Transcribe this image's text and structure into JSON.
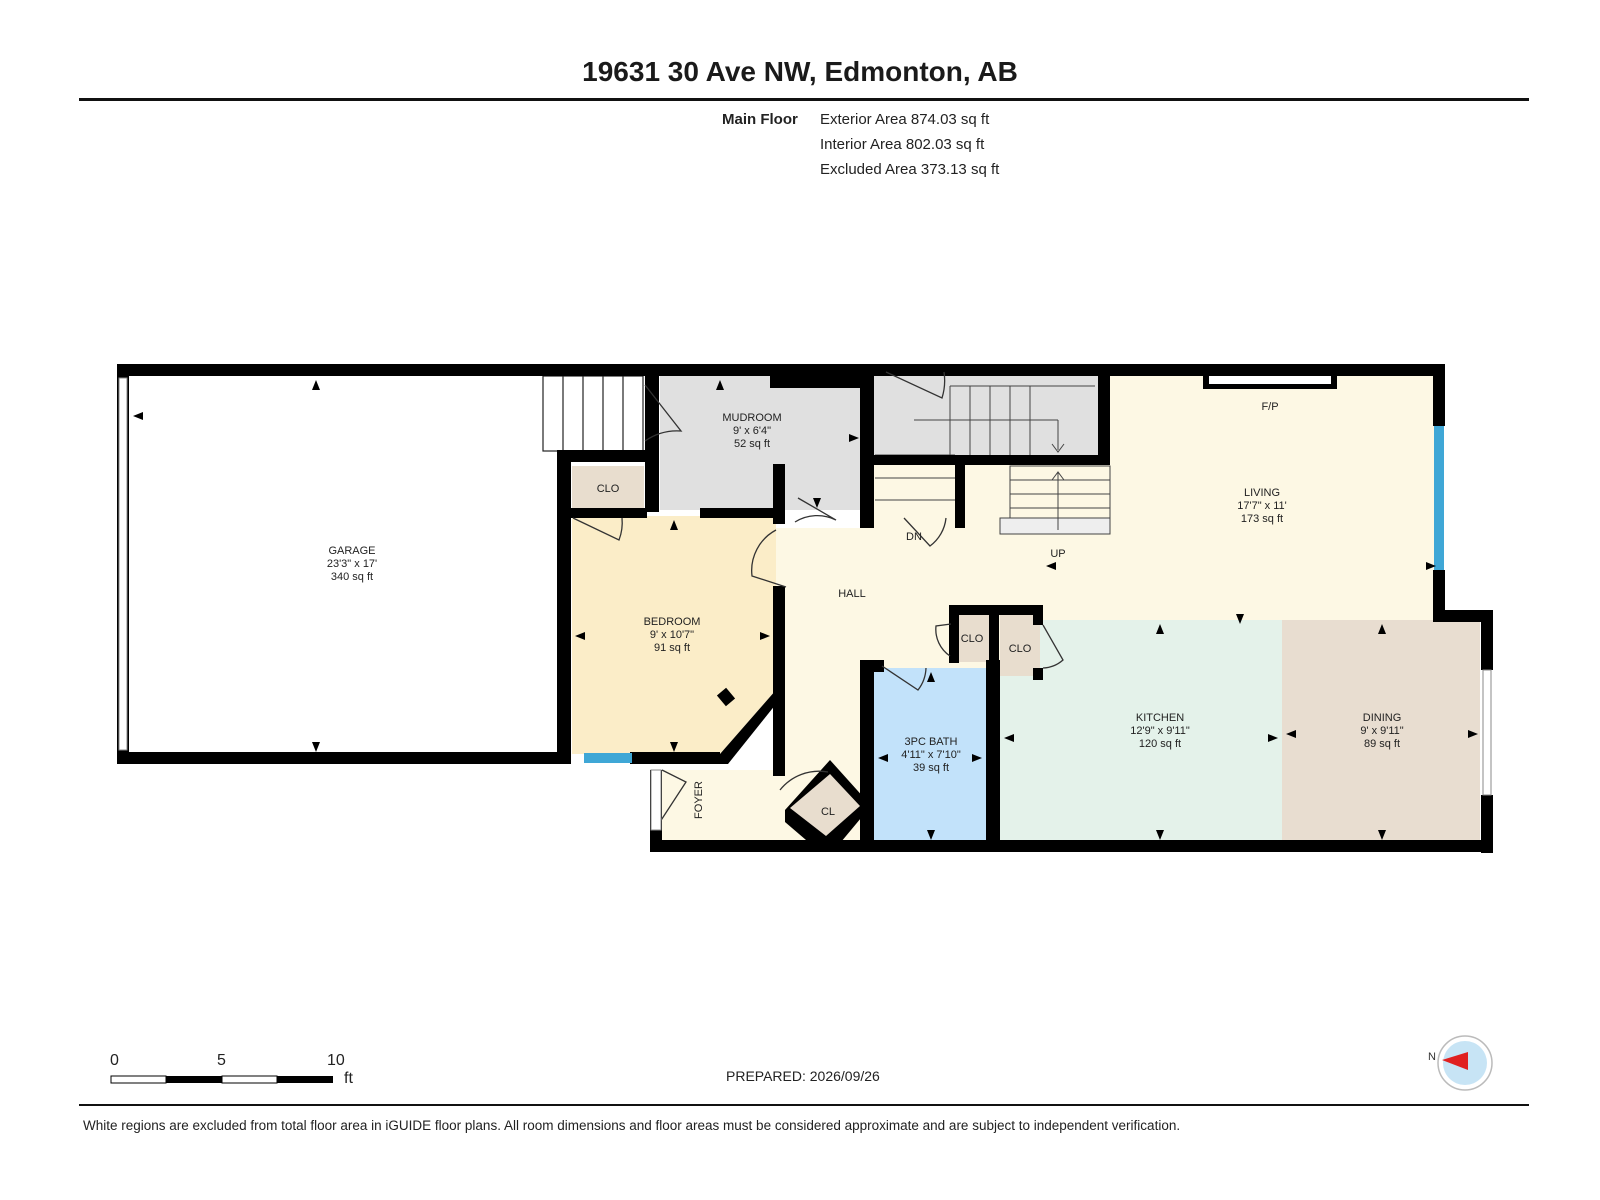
{
  "header": {
    "title": "19631 30 Ave NW, Edmonton, AB",
    "floor_name": "Main Floor",
    "exterior_area": "Exterior Area 874.03 sq ft",
    "interior_area": "Interior Area 802.03 sq ft",
    "excluded_area": "Excluded Area 373.13 sq ft"
  },
  "rooms": {
    "garage": {
      "name": "GARAGE",
      "dims": "23'3\" x 17'",
      "area": "340 sq ft"
    },
    "mudroom": {
      "name": "MUDROOM",
      "dims": "9' x 6'4\"",
      "area": "52 sq ft"
    },
    "living": {
      "name": "LIVING",
      "dims": "17'7\" x 11'",
      "area": "173 sq ft"
    },
    "bedroom": {
      "name": "BEDROOM",
      "dims": "9' x 10'7\"",
      "area": "91 sq ft"
    },
    "bath": {
      "name": "3PC BATH",
      "dims": "4'11\" x 7'10\"",
      "area": "39 sq ft"
    },
    "kitchen": {
      "name": "KITCHEN",
      "dims": "12'9\" x 9'11\"",
      "area": "120 sq ft"
    },
    "dining": {
      "name": "DINING",
      "dims": "9' x 9'11\"",
      "area": "89 sq ft"
    }
  },
  "labels": {
    "hall": "HALL",
    "foyer": "FOYER",
    "clo": "CLO",
    "cl": "CL",
    "fp": "F/P",
    "dn": "DN",
    "up": "UP",
    "north": "N"
  },
  "scale": {
    "marks": [
      "0",
      "5",
      "10"
    ],
    "unit": "ft"
  },
  "footer": {
    "prepared": "PREPARED: 2026/09/26",
    "disclaimer": "White regions are excluded from total floor area in iGUIDE floor plans. All room dimensions and floor areas must be considered approximate and are subject to independent verification."
  },
  "colors": {
    "wall": "#000000",
    "window": "#3fa7d6",
    "mudroom_fill": "#e0e0e0",
    "closet_fill": "#e8ddce",
    "living_fill": "#fdf8e4",
    "bedroom_fill": "#fbedc8",
    "bath_fill": "#c2e2fa",
    "kitchen_fill": "#e4f2ea",
    "dining_fill": "#e8ddd0"
  }
}
